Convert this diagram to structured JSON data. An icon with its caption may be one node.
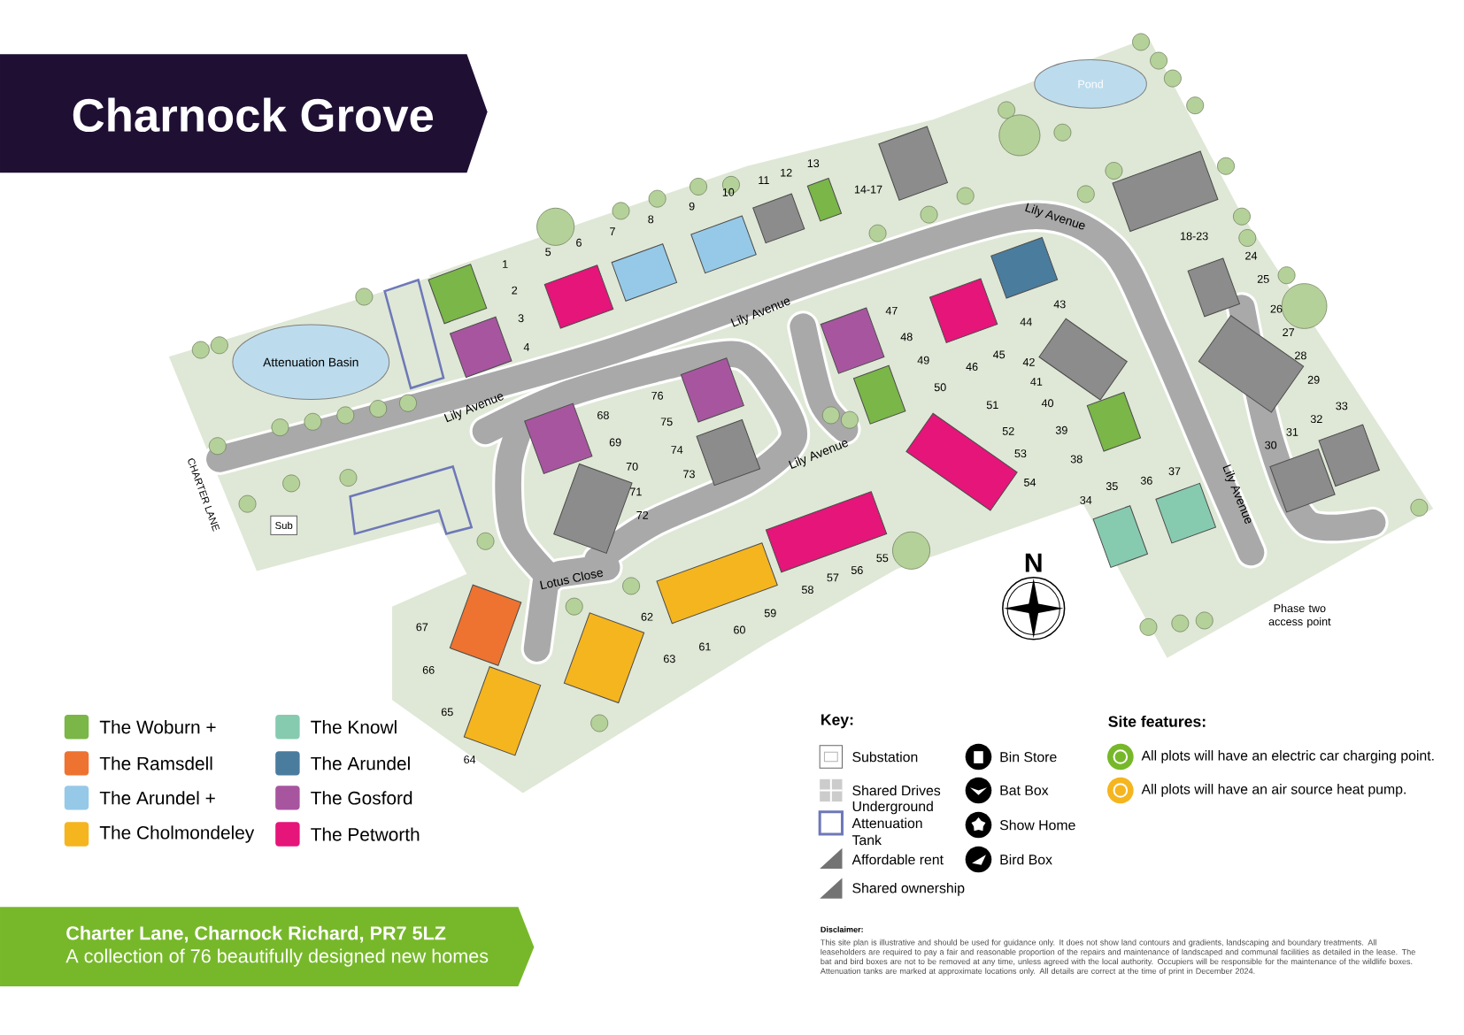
{
  "diagram": {
    "title": "Charnock Grove",
    "nodes": [
      {
        "text": [
          "Charter Lane, Charnock Richard, PR7 5LZ",
          "A collection of 76 beautifully designed new homes"
        ]
      },
      {
        "text": [
          "Attenuation Basin"
        ]
      },
      {
        "text": [
          "Pond"
        ]
      },
      {
        "text": [
          "Sub"
        ]
      },
      {
        "text": [],
        "shape": "box"
      },
      {
        "text": [],
        "shape": "box"
      },
      {
        "text": [],
        "shape": "box"
      },
      {
        "text": [],
        "shape": "box"
      },
      {
        "text": [],
        "shape": "box"
      },
      {
        "text": [],
        "shape": "box"
      },
      {
        "text": [],
        "shape": "box"
      },
      {
        "text": [],
        "shape": "box"
      },
      {
        "text": [],
        "shape": "box"
      },
      {
        "text": [],
        "shape": "box"
      },
      {
        "text": [],
        "shape": "box"
      },
      {
        "text": [],
        "shape": "box"
      },
      {
        "text": [],
        "shape": "box"
      },
      {
        "text": [],
        "shape": "box"
      },
      {
        "text": [],
        "shape": "box"
      },
      {
        "text": [],
        "shape": "box"
      },
      {
        "text": [],
        "shape": "box"
      },
      {
        "text": [],
        "shape": "box"
      },
      {
        "text": [],
        "shape": "box"
      },
      {
        "text": [],
        "shape": "box"
      },
      {
        "text": [],
        "shape": "box"
      },
      {
        "text": [],
        "shape": "box"
      },
      {
        "text": [],
        "shape": "box"
      },
      {
        "text": [],
        "shape": "box"
      },
      {
        "text": [],
        "shape": "box"
      },
      {
        "text": [],
        "shape": "box"
      },
      {
        "text": [],
        "shape": "box"
      },
      {
        "text": [],
        "shape": "box"
      },
      {
        "text": [],
        "shape": "box"
      },
      {
        "text": [],
        "shape": "box"
      },
      {
        "text": [],
        "shape": "box"
      },
      {
        "text": [],
        "shape": "box"
      },
      {
        "text": [],
        "shape": "box"
      }
    ],
    "labels": [
      "Lily Avenue",
      "Lily Avenue",
      "Lily Avenue",
      "Lily Avenue",
      "Lily Avenue",
      "Lotus Close",
      "CHARTER LANE",
      "1",
      "2",
      "3",
      "4",
      "5",
      "6",
      "7",
      "8",
      "9",
      "10",
      "11",
      "12",
      "13",
      "14-17",
      "18-23",
      "24",
      "25",
      "26",
      "27",
      "28",
      "29",
      "30",
      "31",
      "32",
      "33",
      "34",
      "35",
      "36",
      "37",
      "38",
      "39",
      "40",
      "41",
      "42",
      "43",
      "44",
      "45",
      "46",
      "47",
      "48",
      "49",
      "50",
      "51",
      "52",
      "53",
      "54",
      "55",
      "56",
      "57",
      "58",
      "59",
      "60",
      "61",
      "62",
      "63",
      "64",
      "65",
      "66",
      "67",
      "68",
      "69",
      "70",
      "71",
      "72",
      "73",
      "74",
      "75",
      "76",
      "Phase two access point",
      "N",
      "Key:",
      "Site features:",
      "Disclaimer:",
      "This site plan is illustrative and should be used for guidance only. It does not show land contours and gradients, landscaping and boundary treatments. All leaseholders are required to pay a fair and reasonable proportion of the repairs and maintenance of landscaped and communal facilities as detailed in the lease. The bat and bird boxes are not to be removed at any time, unless agreed with the local authority. Occupiers will be responsible for the maintenance of the wildlife boxes. Attenuation tanks are marked at approximate locations only. All details are correct at the time of print in December 2024."
    ],
    "legend": [
      {
        "text": "The Woburn +",
        "color": "#7ab648"
      },
      {
        "text": "The Ramsdell",
        "color": "#ee7330"
      },
      {
        "text": "The Arundel +",
        "color": "#96c9e8"
      },
      {
        "text": "The Cholmondeley",
        "color": "#f5b51f"
      },
      {
        "text": "The Knowl",
        "color": "#86cbb0"
      },
      {
        "text": "The Arundel",
        "color": "#4a7c9e"
      },
      {
        "text": "The Gosford",
        "color": "#a855a0"
      },
      {
        "text": "The Petworth",
        "color": "#e5157a"
      },
      {
        "text": "Substation"
      },
      {
        "text": "Shared Drives"
      },
      {
        "text": "Underground Attenuation Tank"
      },
      {
        "text": "Affordable rent"
      },
      {
        "text": "Shared ownership"
      },
      {
        "text": "Bin Store"
      },
      {
        "text": "Bat Box"
      },
      {
        "text": "Show Home"
      },
      {
        "text": "Bird Box"
      },
      {
        "text": "All plots will have an electric car charging point."
      },
      {
        "text": "All plots will have an air source heat pump."
      }
    ]
  }
}
